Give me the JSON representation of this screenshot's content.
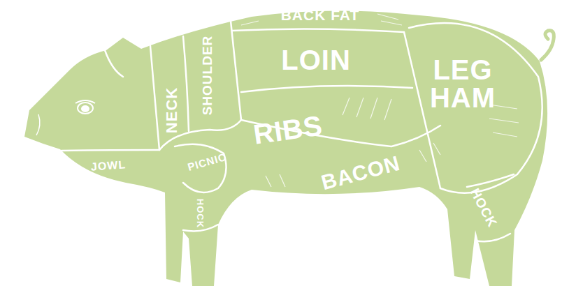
{
  "diagram": {
    "labels": [
      "JOWL",
      "NECK",
      "SHOULDER",
      "PICNIC",
      "HOCK",
      "BACK FAT",
      "LOIN",
      "RIBS",
      "BACON",
      "LEG HAM",
      "HOCK"
    ]
  }
}
